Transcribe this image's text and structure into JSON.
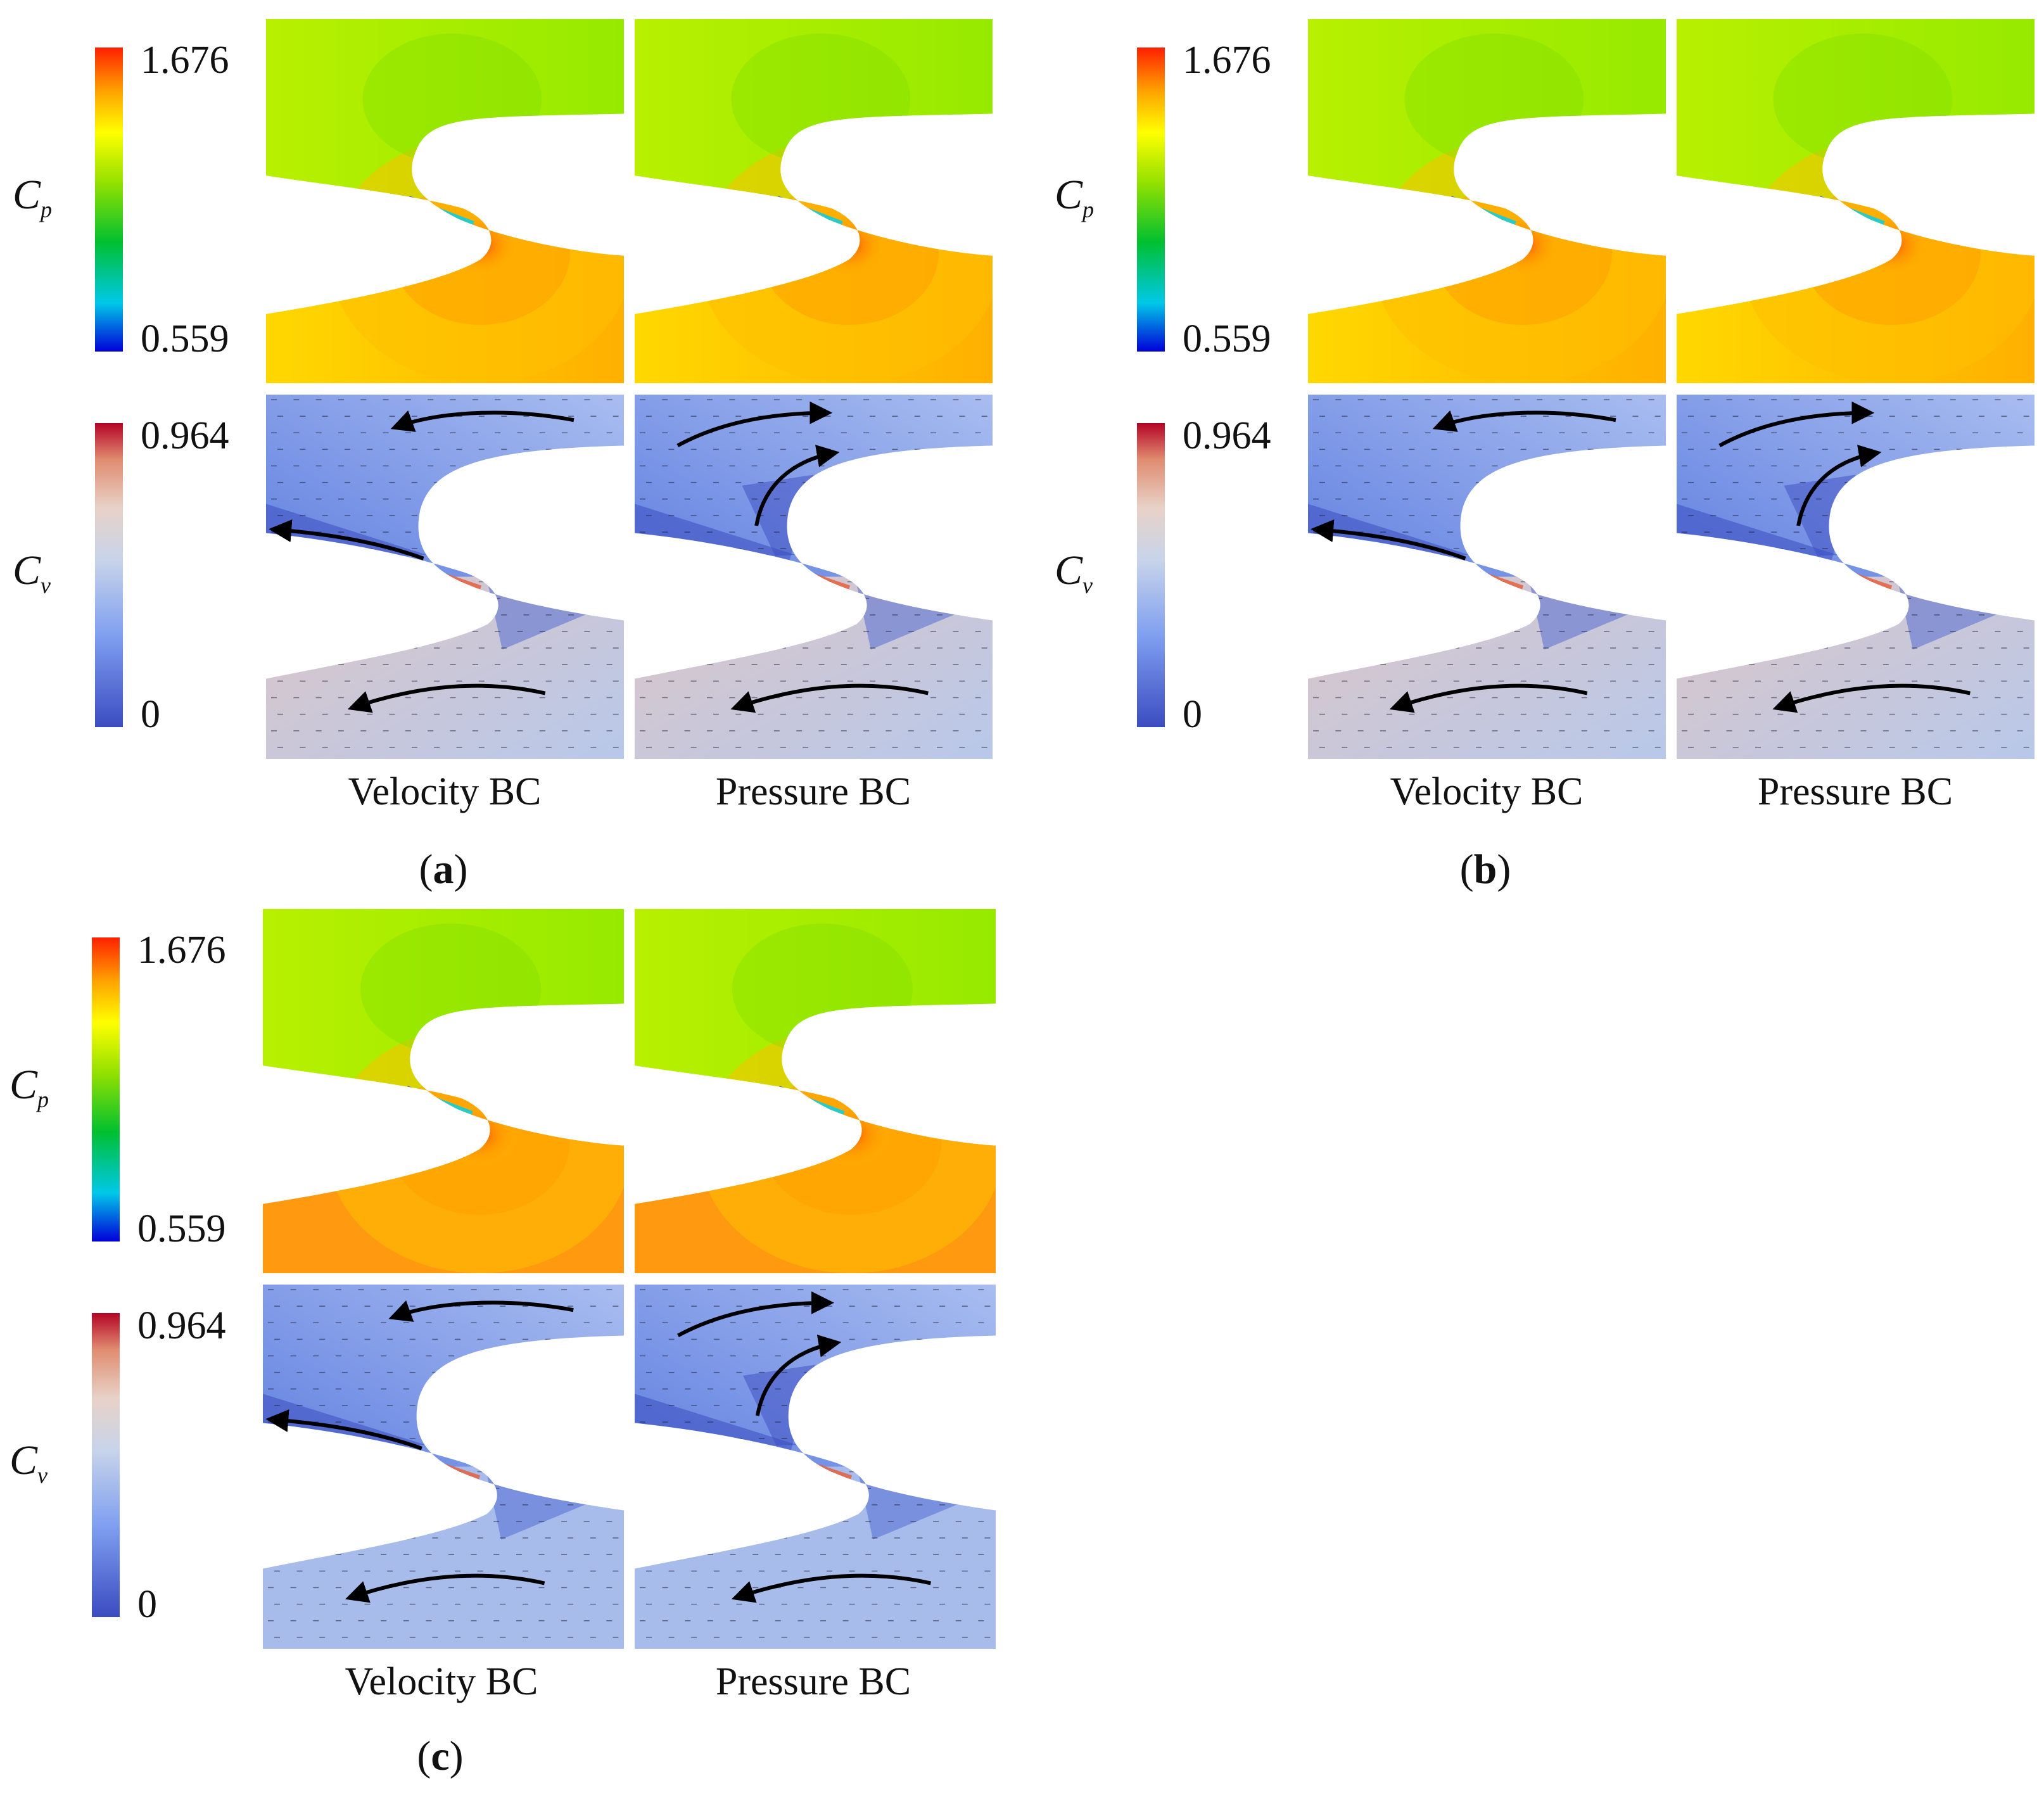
{
  "colorbars": {
    "cp": {
      "max": "1.676",
      "min": "0.559",
      "symbol": "C",
      "sub": "p"
    },
    "cv": {
      "max": "0.964",
      "min": "0",
      "symbol": "C",
      "sub": "v"
    }
  },
  "columns": {
    "left": "Velocity BC",
    "right": "Pressure BC"
  },
  "panels": [
    {
      "label": "a"
    },
    {
      "label": "b"
    },
    {
      "label": "c"
    }
  ],
  "colors": {
    "cp_scale": [
      "#0000d8",
      "#00c8e8",
      "#00c030",
      "#90e000",
      "#ffff00",
      "#ffa000",
      "#ff2000"
    ],
    "cv_scale": [
      "#3b4cc0",
      "#7f9ff0",
      "#c8d4ea",
      "#e8d2c8",
      "#e08c70",
      "#b40426"
    ],
    "cp_field_top": "#a9f000",
    "cp_field_bottom": "#ffb020",
    "cv_field": "#8ea8e6"
  }
}
